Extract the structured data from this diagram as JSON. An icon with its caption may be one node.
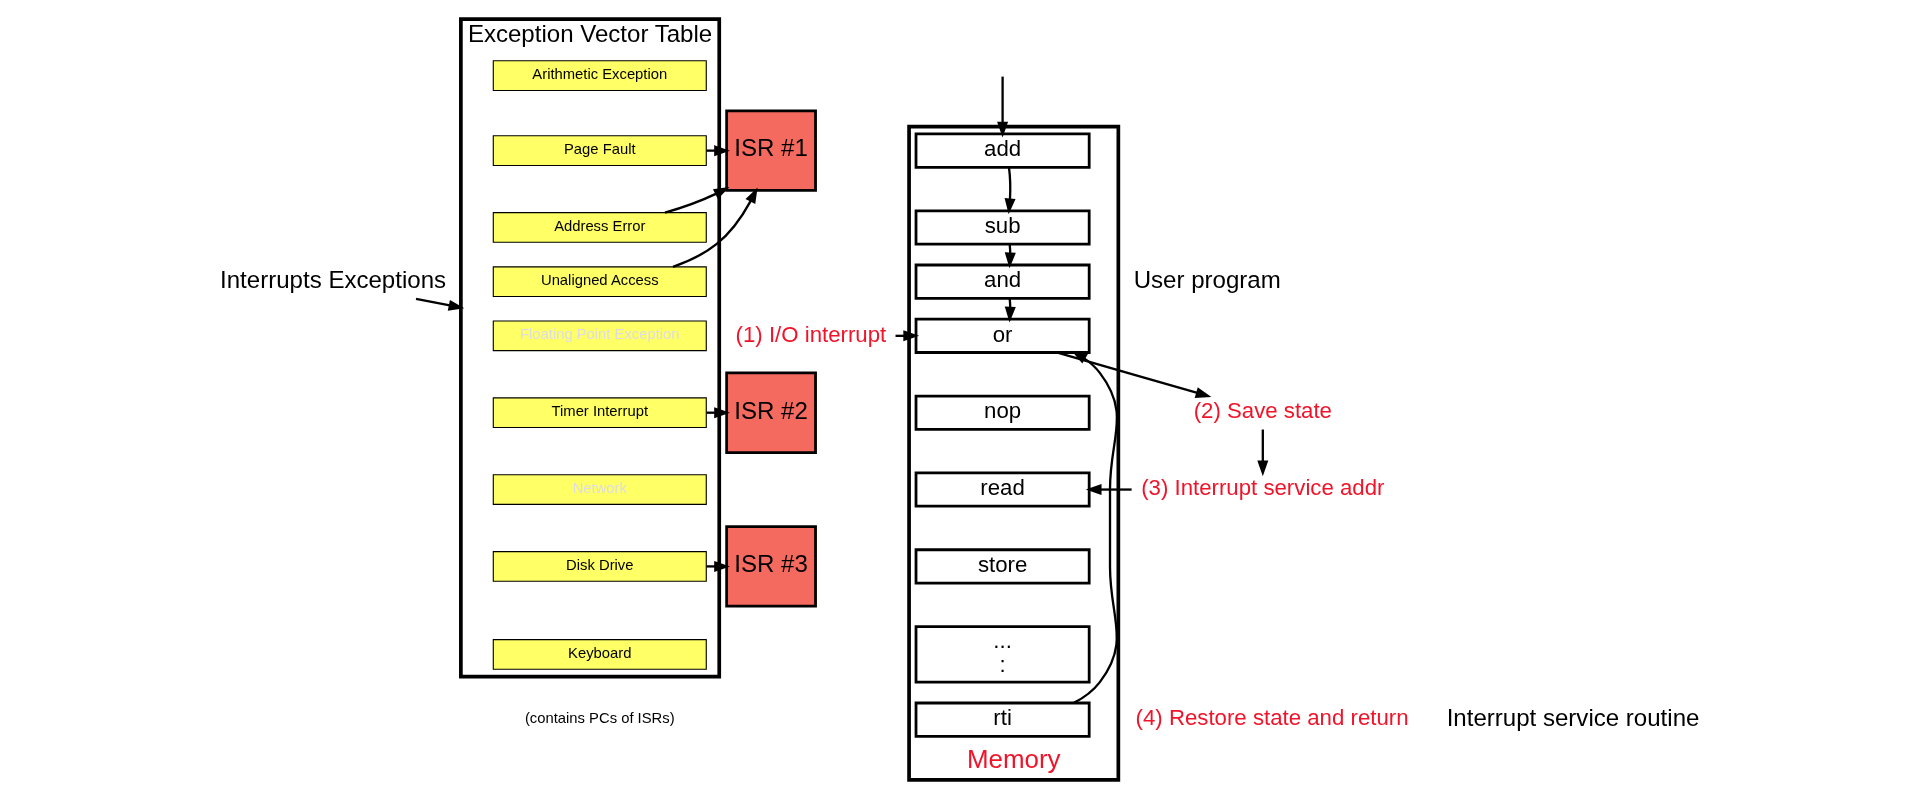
{
  "diagram": {
    "nodes": [
      {
        "text": [
          "Interrupts Exceptions"
        ]
      },
      {
        "text": [
          "Exception Vector Table"
        ],
        "beside": [
          "(contains PCs of ISRs)"
        ]
      },
      {
        "text": [
          "Arithmetic Exception"
        ],
        "in": 1
      },
      {
        "text": [
          "Page Fault"
        ],
        "in": 1
      },
      {
        "text": [
          "Address Error"
        ],
        "in": 1
      },
      {
        "text": [
          "Unaligned Access"
        ],
        "in": 1
      },
      {
        "text": [
          "Floating Point Exception"
        ],
        "in": 1
      },
      {
        "text": [
          "Timer Interrupt"
        ],
        "in": 1
      },
      {
        "text": [
          "Network"
        ],
        "in": 1
      },
      {
        "text": [
          "Disk Drive"
        ],
        "in": 1
      },
      {
        "text": [
          "Keyboard"
        ],
        "in": 1
      },
      {
        "text": [
          "ISR #1"
        ]
      },
      {
        "text": [
          "ISR #2"
        ]
      },
      {
        "text": [
          "ISR #3"
        ]
      },
      {
        "text": [
          "(1) I/O interrupt"
        ]
      },
      {
        "text": [
          "(2) Save state"
        ]
      },
      {
        "text": [
          "(3) Interrupt service addr"
        ]
      },
      {
        "text": [
          "(4) Restore state and return"
        ]
      },
      {
        "text": [
          "Memory"
        ]
      },
      {
        "text": [
          "add"
        ],
        "in": 18
      },
      {
        "text": [
          "sub"
        ],
        "in": 18
      },
      {
        "text": [
          "and"
        ],
        "in": 18
      },
      {
        "text": [
          "or"
        ],
        "in": 18
      },
      {
        "text": [
          "nop"
        ],
        "in": 18
      },
      {
        "text": [
          "read"
        ],
        "in": 18
      },
      {
        "text": [
          "store"
        ],
        "in": 18
      },
      {
        "text": [
          "...",
          ":"
        ],
        "in": 18
      },
      {
        "text": [
          "rti"
        ],
        "in": 18
      }
    ],
    "edges": [
      {
        "from": 0,
        "to": 1,
        "arrow": "to"
      },
      {
        "from": 3,
        "to": 11,
        "arrow": "to"
      },
      {
        "from": 4,
        "to": 11,
        "arrow": "to"
      },
      {
        "from": 5,
        "to": 11,
        "arrow": "to"
      },
      {
        "from": 7,
        "to": 12,
        "arrow": "to"
      },
      {
        "from": 9,
        "to": 13,
        "arrow": "to"
      },
      {
        "from": null,
        "to": 19,
        "arrow": "to"
      },
      {
        "from": 19,
        "to": 20,
        "arrow": "to"
      },
      {
        "from": 20,
        "to": 21,
        "arrow": "to"
      },
      {
        "from": 21,
        "to": 22,
        "arrow": "to"
      },
      {
        "from": 14,
        "to": 22,
        "arrow": "to"
      },
      {
        "from": 22,
        "to": 15,
        "arrow": "to"
      },
      {
        "from": 15,
        "to": 16,
        "arrow": "to"
      },
      {
        "from": 16,
        "to": 24,
        "arrow": "to"
      },
      {
        "from": 27,
        "to": 22,
        "arrow": "to"
      }
    ],
    "labels": [
      "User program",
      "Interrupt service routine"
    ]
  }
}
